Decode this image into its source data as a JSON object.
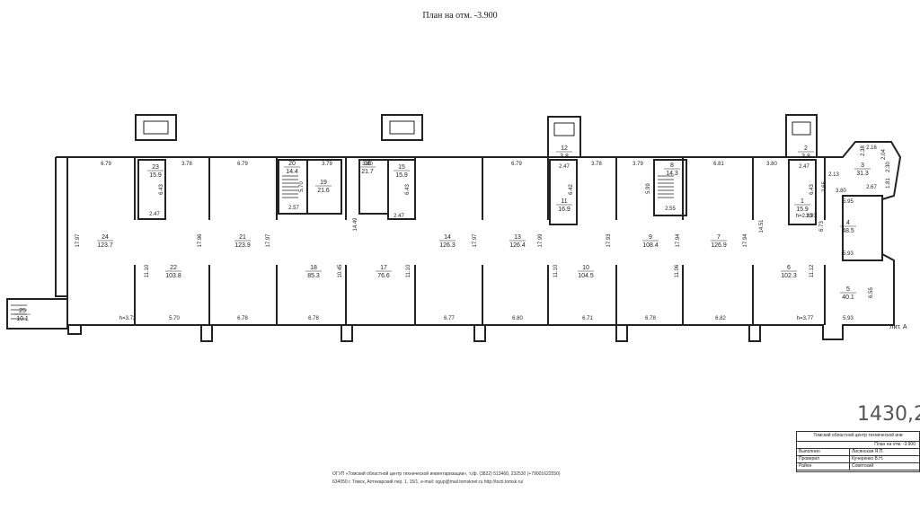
{
  "title": "План на отм. -3.900",
  "lit": "Лит. А",
  "handwritten": "1430,2",
  "rooms": [
    {
      "num": "24",
      "area": "123.7"
    },
    {
      "num": "23",
      "area": "15.9"
    },
    {
      "num": "22",
      "area": "103.8"
    },
    {
      "num": "21",
      "area": "123.9"
    },
    {
      "num": "20",
      "area": "14.4"
    },
    {
      "num": "19",
      "area": "21.6"
    },
    {
      "num": "18",
      "area": "85.3"
    },
    {
      "num": "17",
      "area": "76.6"
    },
    {
      "num": "16",
      "area": "21.7"
    },
    {
      "num": "15",
      "area": "15.9"
    },
    {
      "num": "14",
      "area": "126.3"
    },
    {
      "num": "13",
      "area": "126.4"
    },
    {
      "num": "12",
      "area": "3.8"
    },
    {
      "num": "11",
      "area": "16.9"
    },
    {
      "num": "10",
      "area": "104.5"
    },
    {
      "num": "9",
      "area": "108.4"
    },
    {
      "num": "8",
      "area": "14.3"
    },
    {
      "num": "7",
      "area": "126.9"
    },
    {
      "num": "6",
      "area": "102.3"
    },
    {
      "num": "5",
      "area": "40.1"
    },
    {
      "num": "4",
      "area": "48.5"
    },
    {
      "num": "3",
      "area": "31.3"
    },
    {
      "num": "2",
      "area": "3.8"
    },
    {
      "num": "1",
      "area": "15.9"
    },
    {
      "num": "25",
      "area": "10.1"
    }
  ],
  "dims": [
    "6.79",
    "3.78",
    "6.79",
    "3.79",
    "3.80",
    "6.79",
    "3.78",
    "3.79",
    "6.81",
    "3.80",
    "5.70",
    "6.78",
    "6.78",
    "6.77",
    "6.80",
    "6.71",
    "6.78",
    "6.82",
    "5.93",
    "5.93",
    "17.97",
    "17.96",
    "17.97",
    "17.97",
    "17.99",
    "17.93",
    "17.94",
    "17.94",
    "14.51",
    "14.49",
    "11.10",
    "10.45",
    "11.10",
    "11.10",
    "11.06",
    "11.12",
    "6.43",
    "6.43",
    "6.42",
    "6.43",
    "2.47",
    "2.47",
    "2.47",
    "2.47",
    "2.57",
    "2.55",
    "5.70",
    "5.99",
    "2.13",
    "2.65",
    "3.80",
    "5.95",
    "2.67",
    "1.81",
    "2.16",
    "2.30",
    "2.04",
    "2.38",
    "6.73",
    "6.55",
    "2.93",
    "h=3.72",
    "h=3.77",
    "h=2.93"
  ],
  "stamp": {
    "org": "Томский областной центр технической инв",
    "title": "План на отм. -3.900",
    "rows": [
      {
        "role": "Выполнил",
        "name": "Лисянская Я.П."
      },
      {
        "role": "Проверил",
        "name": "Кучеренко В.Н."
      },
      {
        "role": "Район",
        "name": "Советский"
      }
    ]
  },
  "footer": {
    "line1": "ОГУП «Томский областной центр технической инвентаризации», т./ф. (3822) 513460, 232530 (+79001622550)",
    "line2": "634050 г. Томск, Аптекарский пер. 1, 15/1, e-mail: ogup@mail.tomsknet.ru http://tocti.tomsk.ru/"
  }
}
